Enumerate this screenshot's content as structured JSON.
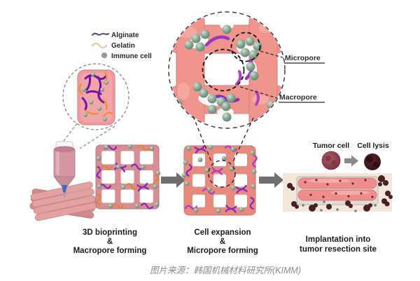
{
  "figure": {
    "legend": {
      "items": [
        {
          "label": "Alginate",
          "swatch": "alginate-line",
          "color": "#5b4184"
        },
        {
          "label": "Gelatin",
          "swatch": "gelatin-line",
          "color": "#e9c9a2"
        },
        {
          "label": "Immune cell",
          "swatch": "immune-cell-dot",
          "color": "#9a9a9a"
        }
      ]
    },
    "callouts": {
      "micropore": "Micropore",
      "macropore": "Macropore"
    },
    "tumor": {
      "tumor_cell": "Tumor cell",
      "cell_lysis": "Cell lysis"
    },
    "steps": [
      {
        "lines": [
          "3D bioprinting",
          "&",
          "Macropore forming"
        ]
      },
      {
        "lines": [
          "Cell expansion",
          "&",
          "Micropore forming"
        ]
      },
      {
        "lines": [
          "Implantation into",
          "tumor resection site"
        ]
      }
    ],
    "caption": "图片来源：韩国机械材料研究所(KIMM)",
    "colors": {
      "scaffold_pink": "#d78d93",
      "scaffold_pink_expanded": "#e8897e",
      "zoom_scaffold_pink": "#f0958d",
      "alginate_purple": "#8a2bc0",
      "gelatin_orange": "#e2862c",
      "immune_cell_green": "#7fa18e",
      "nozzle_blue": "#3f6cc0",
      "arrow_gray": "#6e6e6e",
      "site_beige": "#f2e7d9",
      "tumor_dark_red": "#8f4150",
      "lysis_dark": "#41161d"
    }
  }
}
